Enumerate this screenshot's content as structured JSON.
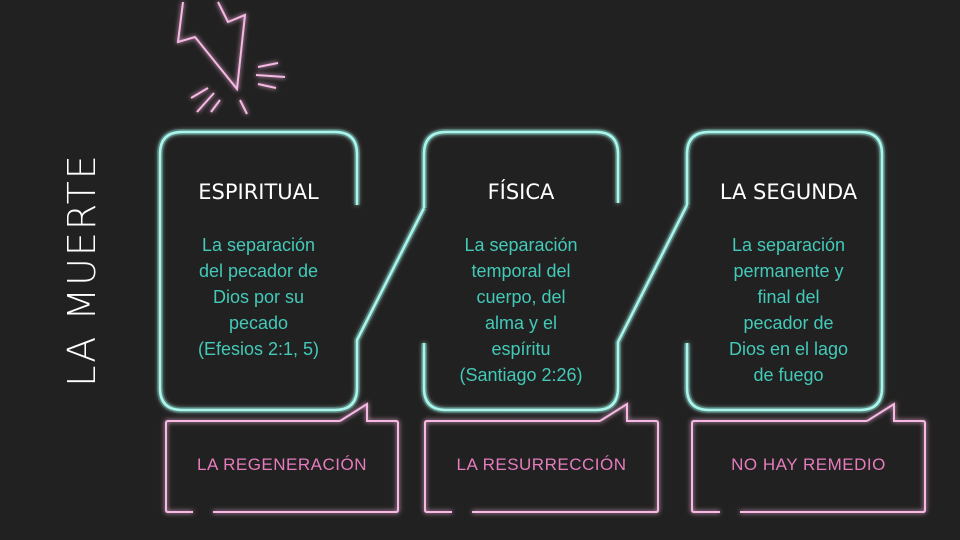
{
  "title": "LA MUERTE",
  "columns": [
    {
      "heading": "ESPIRITUAL",
      "lines": [
        "La separación",
        "del pecador de",
        "Dios por su",
        "pecado",
        "(Efesios 2:1, 5)"
      ],
      "remedy": "LA REGENERACIÓN"
    },
    {
      "heading": "FÍSICA",
      "lines": [
        "La separación",
        "temporal del",
        "cuerpo, del",
        "alma y el",
        "espíritu",
        "(Santiago 2:26)"
      ],
      "remedy": "LA RESURRECCIÓN"
    },
    {
      "heading": "LA SEGUNDA",
      "lines": [
        "La separación",
        "permanente y",
        "final del",
        "pecador de",
        "Dios en el lago",
        "de fuego"
      ],
      "remedy": "NO HAY REMEDIO"
    }
  ],
  "colors": {
    "background": "#222121",
    "teal": "#6ff0e0",
    "pink": "#f47ad0",
    "body_text": "#43c9b8",
    "label_text": "#e57cbd"
  }
}
